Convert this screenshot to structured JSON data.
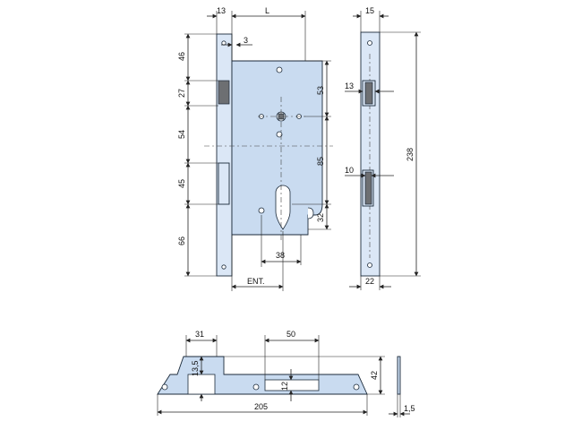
{
  "dimensions": {
    "front": {
      "d13": "13",
      "L": "L",
      "d3": "3",
      "d46": "46",
      "d27": "27",
      "d54": "54",
      "d45": "45",
      "d66": "66",
      "d53": "53",
      "d85": "85",
      "d32": "32",
      "d38": "38",
      "ent": "ENT."
    },
    "side": {
      "d15": "15",
      "d13": "13",
      "d10": "10",
      "d238": "238",
      "d22": "22"
    },
    "strike": {
      "d31": "31",
      "d50": "50",
      "d13_5": "13,5",
      "d12": "12",
      "d42": "42",
      "d205": "205",
      "d1_5": "1,5"
    }
  },
  "colors": {
    "body_fill": "#c9dbf0",
    "plate_fill": "#dbe7f6",
    "bolt_fill": "#6d6f72"
  }
}
